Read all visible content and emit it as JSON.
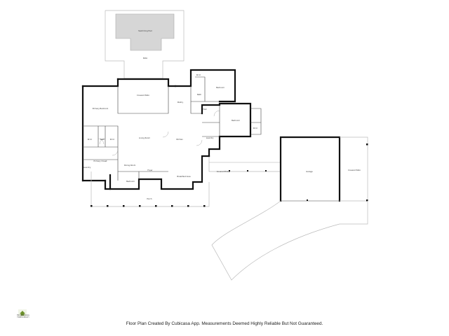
{
  "floor_plan": {
    "rooms": {
      "swimming_pool": "Swimming Pool",
      "patio": "Patio",
      "covered_patio": "Covered Patio",
      "primary_bedroom": "Primary Bedroom",
      "living_room": "Living Room",
      "laundry_room": "Laundry",
      "wic_1": "W.I.C",
      "bath": "Bath",
      "wic_2": "W.I.C",
      "primary_closet": "Primary Closet",
      "dining_room": "Dining Room",
      "kitchen": "Kitchen",
      "foyer": "Foyer",
      "bedroom_front": "Bedroom",
      "porch": "Porch",
      "breakfast_area": "Breakfast Area",
      "bedroom_right": "Bedroom",
      "bedroom_lower": "Bedroom",
      "bath_right": "Bath",
      "closet_right": "W.I.C",
      "laundry_right": "Laundry",
      "hall": "Hall",
      "covered_entry": "Covered Entry",
      "garage": "Garage",
      "covered_patio_right": "Covered Patio",
      "wic_small": "W.I.C",
      "pantry": "Pantry"
    }
  },
  "branding": {
    "logo_icon": "house-logo-icon",
    "logo_line1": "MW Real Estate",
    "logo_line2": "TWEED REALTY",
    "accent_color": "#6b8f2a"
  },
  "footer": {
    "disclaimer": "Floor Plan Created By Cubicasa App. Measurements Deemed Highly Reliable But Not Guaranteed."
  }
}
